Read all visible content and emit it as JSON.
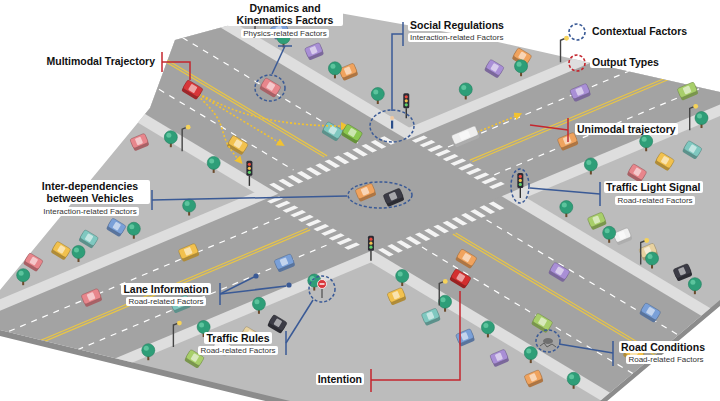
{
  "diagram": {
    "labels": [
      "Dynamics and Kinematics Factors",
      "Physics-related Factors",
      "Social Regulations",
      "Interaction-related Factors",
      "Multimodal Trajectory",
      "Unimodal trajectory",
      "Inter-dependencies between Vehicles",
      "Interaction-related Factors",
      "Traffic Light Signal",
      "Road-related Factors",
      "Lane Information",
      "Road-related Factors",
      "Traffic Rules",
      "Road-related Factors",
      "Road Conditions",
      "Road-related Factors",
      "Intention"
    ],
    "legend": [
      {
        "text": "Contextual Factors"
      },
      {
        "text": "Output Types"
      }
    ]
  }
}
